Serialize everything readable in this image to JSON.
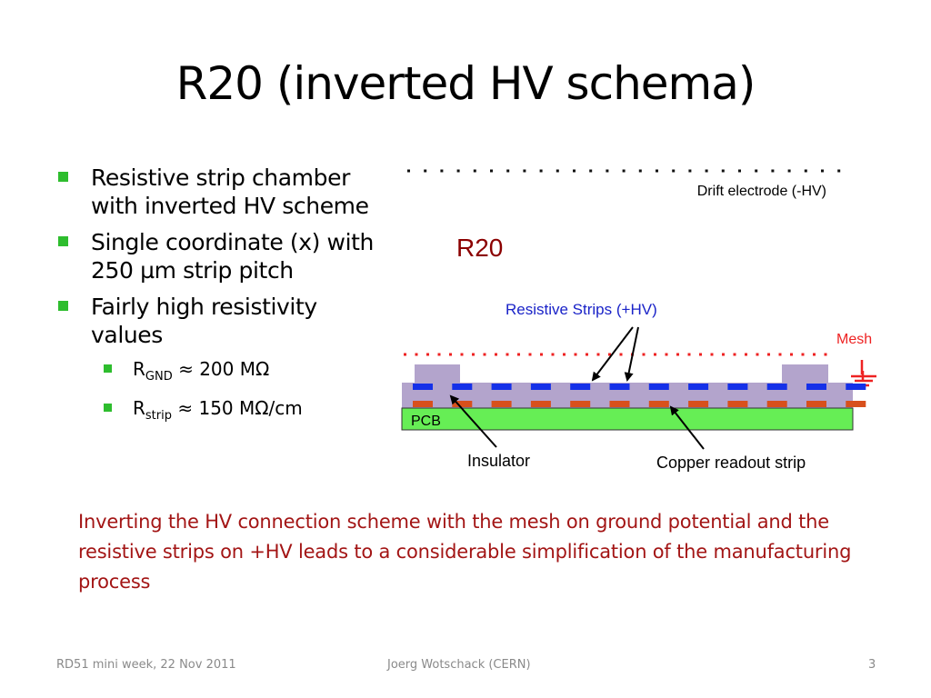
{
  "title": "R20 (inverted HV schema)",
  "bullets": [
    {
      "text": "Resistive strip chamber with inverted HV scheme"
    },
    {
      "text": "Single coordinate (x) with 250 µm strip pitch"
    },
    {
      "text": "Fairly high resistivity values"
    }
  ],
  "sub_bullets": [
    {
      "base": "R",
      "sub": "GND",
      "rest": " ≈ 200 MΩ"
    },
    {
      "base": "R",
      "sub": "strip",
      "rest": " ≈ 150 MΩ/cm"
    }
  ],
  "diagram": {
    "drift_label": "Drift electrode (-HV)",
    "r20_label": "R20",
    "resistive_label": "Resistive Strips (+HV)",
    "mesh_label": "Mesh",
    "pcb_label": "PCB",
    "insulator_label": "Insulator",
    "copper_label": "Copper readout strip",
    "colors": {
      "pcb": "#66ee55",
      "insulator": "#b3a4cc",
      "strip_blue": "#1530e8",
      "copper": "#d8501c",
      "mesh": "#ee2222",
      "r20": "#8b0000",
      "resistive_label": "#1a23c8"
    }
  },
  "note": "Inverting the HV connection scheme with the mesh on ground potential and the resistive strips on +HV leads to a considerable simplification of the manufacturing process",
  "footer": {
    "left": "RD51 mini week, 22 Nov 2011",
    "center": "Joerg Wotschack (CERN)",
    "right": "3"
  }
}
